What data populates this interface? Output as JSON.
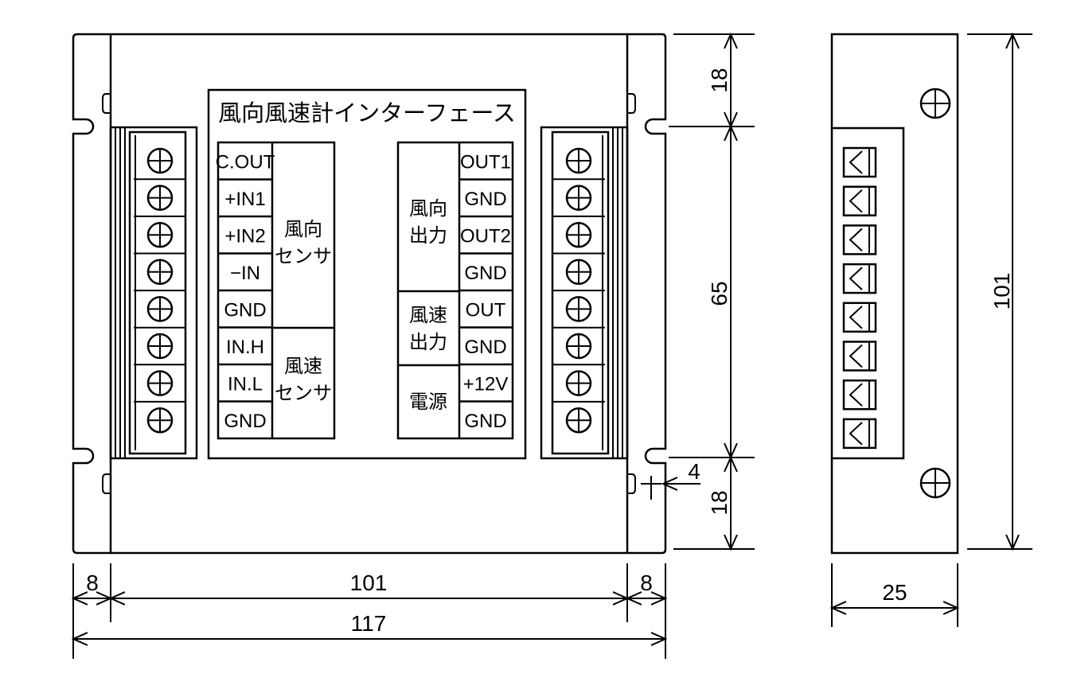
{
  "diagram": {
    "title": "風向風速計インターフェース",
    "left_terminals": [
      "C.OUT",
      "+IN1",
      "+IN2",
      "−IN",
      "GND",
      "IN.H",
      "IN.L",
      "GND"
    ],
    "left_groups": [
      {
        "line1": "風向",
        "line2": "センサ"
      },
      {
        "line1": "風速",
        "line2": "センサ"
      }
    ],
    "right_terminals": [
      "OUT1",
      "GND",
      "OUT2",
      "GND",
      "OUT",
      "GND",
      "+12V",
      "GND"
    ],
    "right_groups": [
      {
        "line1": "風向",
        "line2": "出力"
      },
      {
        "line1": "風速",
        "line2": "出力"
      },
      {
        "line1": "電源",
        "line2": ""
      }
    ],
    "dimensions": {
      "left_flange": "8",
      "body_width": "101",
      "right_flange": "8",
      "total_width": "117",
      "top_offset": "18",
      "slot_pitch": "65",
      "bottom_offset": "18",
      "slot_width": "4",
      "side_height": "101",
      "side_depth": "25"
    },
    "terminal_count_per_side": 8
  }
}
